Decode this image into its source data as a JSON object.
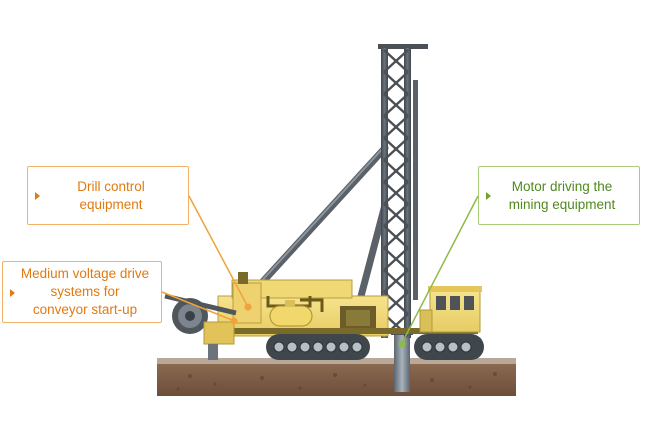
{
  "callouts": {
    "drill_control": {
      "line1": "Drill control",
      "line2": "equipment"
    },
    "medium_voltage": {
      "line1": "Medium voltage drive",
      "line2": "systems for",
      "line3": "conveyor start-up"
    },
    "motor": {
      "line1": "Motor driving the",
      "line2": "mining equipment"
    }
  },
  "colors": {
    "callout_orange_text": "#e07a12",
    "callout_orange_border": "#f2b168",
    "callout_green_text": "#4f8a1c",
    "callout_green_border": "#a8cc78",
    "machine_body": "#f3dc79",
    "machine_detail": "#8a7a3a",
    "tower_steel": "#53595f",
    "ground": "#7a5a44",
    "ground_top": "#9a8a7a",
    "leader_orange": "#f0a23c",
    "leader_green": "#8dbb4a"
  },
  "icons": {
    "callout_marker": "triangle-right-icon"
  }
}
